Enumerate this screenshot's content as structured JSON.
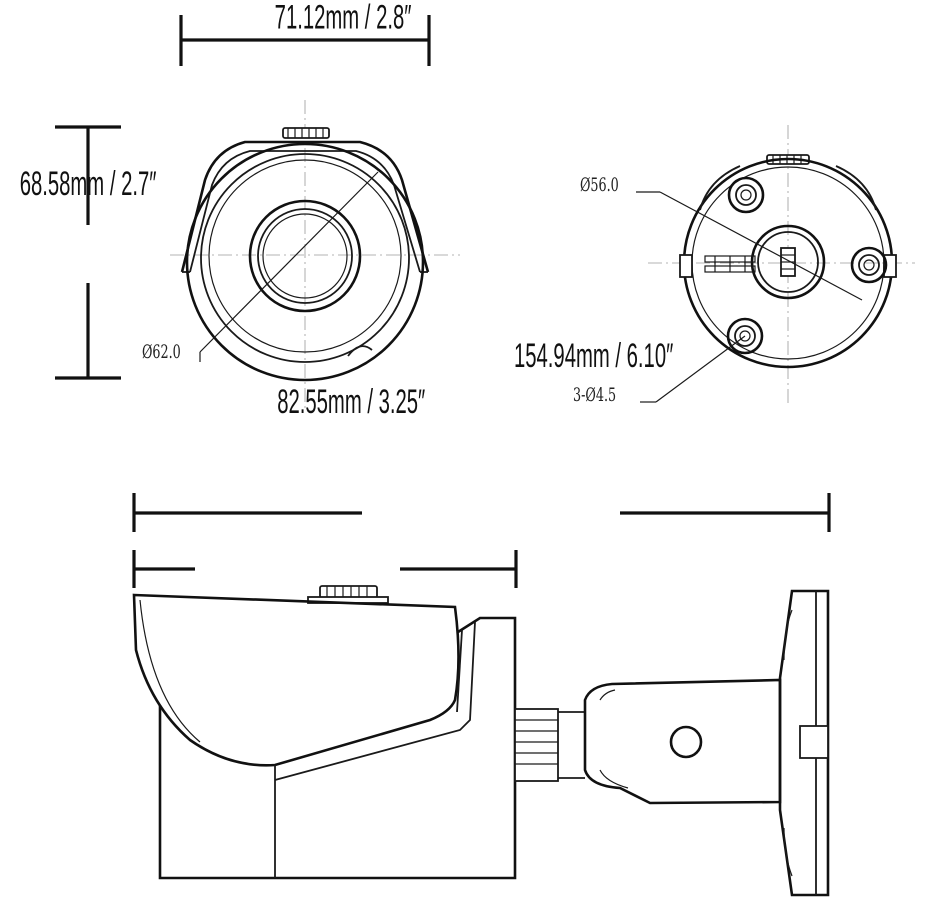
{
  "dimensions": {
    "front_width": "71.12mm / 2.8″",
    "front_height": "68.58mm / 2.7″",
    "total_length": "154.94mm / 6.10″",
    "body_length": "82.55mm / 3.25″"
  },
  "callouts": {
    "lens_diameter": "Ø62.0",
    "mount_diameter": "Ø56.0",
    "mount_holes": "3-Ø4.5"
  },
  "colors": {
    "line": "#111111",
    "centerline": "#9a9a9a",
    "background": "#ffffff"
  }
}
